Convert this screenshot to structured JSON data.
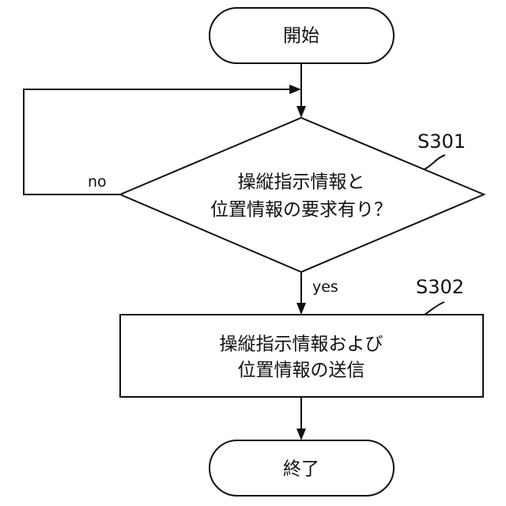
{
  "flowchart": {
    "start": {
      "label": "開始"
    },
    "decision": {
      "step_id": "S301",
      "line1": "操縦指示情報と",
      "line2": "位置情報の要求有り？",
      "no_label": "no",
      "yes_label": "yes"
    },
    "process": {
      "step_id": "S302",
      "line1": "操縦指示情報および",
      "line2": "位置情報の送信"
    },
    "end": {
      "label": "終了"
    }
  }
}
